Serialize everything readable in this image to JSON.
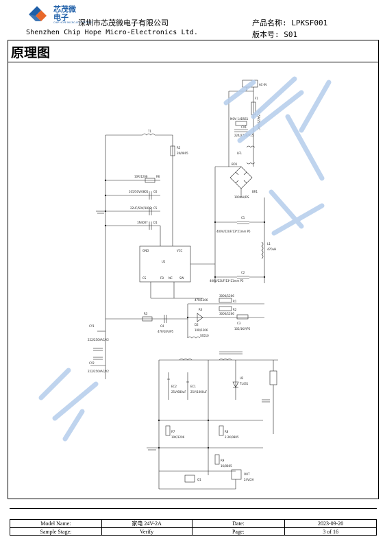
{
  "header": {
    "logo_cn": "芯茂微电子",
    "logo_en": "CHIP HOPE MICRO-ELECTRONICS",
    "company_cn": "深圳市芯茂微电子有限公司",
    "company_en": "Shenzhen Chip Hope Micro-Electronics Ltd.",
    "product_name": "产品名称: LPKSF001",
    "version": "版本号: S01"
  },
  "section_title": "原理图",
  "schematic": {
    "components": {
      "f1": "F1",
      "f1_val": "T3.15A/250VAC",
      "mov": "MOV 14D561",
      "cx1": "CX1",
      "cx1_val": "224/275V/P15",
      "lf1": "LF1",
      "bd1": "BD1",
      "br1": "BR1",
      "br1_val": "100mH/DS",
      "c1": "C1",
      "c1_val": "400V/22UF/13*21mm P5",
      "c2": "C2",
      "c2_val": "400V/22UF/13*21mm P5",
      "l1": "L1",
      "l1_val": "470uH",
      "t1": "T1",
      "u1": "U1",
      "u1_vcc": "VCC",
      "u1_gnd": "GND",
      "u1_fb": "FB",
      "u1_sw": "SW",
      "u1_cs": "CS",
      "u1_nc": "NC",
      "r1": "R1",
      "r1_val": "300K/1206",
      "r2": "R2",
      "r2_val": "300K/1206",
      "r3": "R3",
      "r3_val": "47R/1206",
      "r4": "R4",
      "r4_val": "10R/1206",
      "r5": "R5",
      "r5_val": "2K/0805",
      "r6": "R6",
      "r6_val": "10R/1206",
      "c3": "C3",
      "c3_val": "102/1KV/P5",
      "c4": "C4",
      "c4_val": "47P/1KV/P5",
      "c5": "C5",
      "c5_val": "22UF/50V/1812",
      "c6": "C6",
      "c6_val": "105/50V/0805",
      "d1": "D1",
      "d1_val": "1N4007",
      "d2": "D2",
      "d2_val": "SS510",
      "cy1": "CY1",
      "cy1_val": "222/250VAC/Y2",
      "cy2": "CY2",
      "cy2_val": "222/250VAC/Y2",
      "ec1": "EC1",
      "ec1_val": "25V/1000uF",
      "ec2": "EC2",
      "ec2_val": "25V/680uF",
      "r7": "R7",
      "r7_val": "10K/1206",
      "r8": "R8",
      "r8_val": "2.2K/0805",
      "r9": "R9",
      "r9_val": "1K/0805",
      "q1": "Q1",
      "u2": "U2",
      "u2_val": "TL431",
      "out": "OUT",
      "out_val": "24V/2A",
      "ac_in": "AC-IN"
    }
  },
  "footer": {
    "model_name_label": "Model Name:",
    "model_name_value": "家电 24V-2A",
    "date_label": "Date:",
    "date_value": "2023-09-20",
    "sample_stage_label": "Sample Stage:",
    "sample_stage_value": "Verify",
    "page_label": "Page:",
    "page_value": "3 of 16"
  },
  "colors": {
    "brand_blue": "#1f5fa8",
    "logo_orange": "#e8682a",
    "watermark_blue": "#b5cdec"
  }
}
